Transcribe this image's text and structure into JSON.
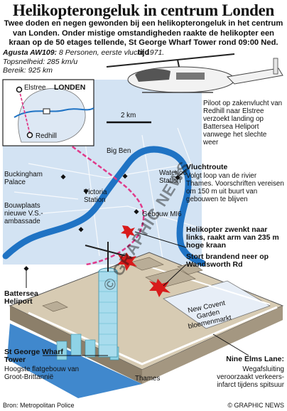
{
  "title": "Helikopterongeluk in centrum Londen",
  "subtitle": "Twee doden en negen gewonden bij een helikopterongeluk in het centrum van Londen. Onder mistige omstandigheden raakte de helikopter een kraan op de 50 etages tellende, St George Wharf Tower rond 09:00 Ned. tijd",
  "specs": {
    "model": "Agusta AW109:",
    "model_detail": " 8 Personen, eerste vlucht 1971.",
    "speed": "Topsnelheid: 285 km/u",
    "range": "Bereik: 925 km"
  },
  "inset": {
    "elstree": "Elstree",
    "london": "LONDEN",
    "redhill": "Redhill"
  },
  "scale": "2 km",
  "map_labels": {
    "big_ben": "Big Ben",
    "buckingham": "Buckingham\nPalace",
    "victoria": "Victoria\nStation",
    "waterloo": "Waterloo\nStation",
    "bouwplaats": "Bouwplaats\nnieuwe V.S.-\nambassade",
    "mi6": "Gebouw MI6",
    "battersea": "Battersea\nHeliport",
    "garden": "New Covent\nGarden\nbloemenmarkt",
    "thames": "Thames",
    "watermark": "© GRAPHIC NEWS"
  },
  "callouts": {
    "pilot": "Piloot op zakenvlucht van Redhill naar Elstree verzoekt landing op Battersea Heliport vanwege het slechte weer",
    "route_title": "Vluchtroute",
    "route_body": "Volgt loop van de rivier Thames. Voorschriften vereisen om 150 m uit buurt van gebouwen te blijven",
    "route_italic": "Thames",
    "veer": "Helikopter zwenkt naar links, raakt arm van 235 m hoge kraan",
    "crash": "Stort brandend neer op Wandsworth Rd",
    "tower_title": "St George Wharf Tower",
    "tower_body": "Hoogste flatgebouw van Groot-Brittannië",
    "elms_title": "Nine Elms Lane:",
    "elms_body": "Wegafsluiting veroorzaakt verkeers-infarct tijdens spitsuur"
  },
  "footer": {
    "source": "Bron: Metropolitan Police",
    "credit": "© GRAPHIC NEWS"
  },
  "colors": {
    "river": "#1f73c4",
    "map_bg": "#cfe0f2",
    "route": "#e03a8a",
    "crash": "#d81b1b"
  }
}
